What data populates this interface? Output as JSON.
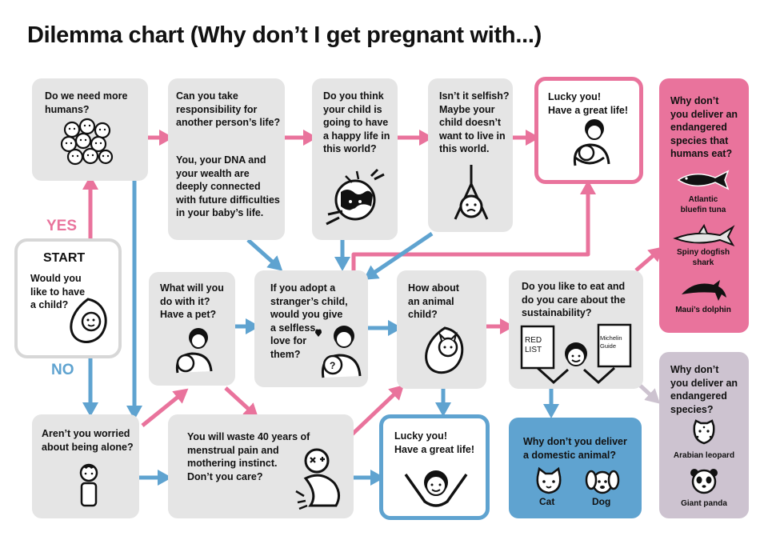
{
  "title": "Dilemma chart (Why don’t I get pregnant with...)",
  "labels": {
    "yes": "YES",
    "no": "NO"
  },
  "colors": {
    "pink": "#e9739c",
    "blue": "#5fa3d0",
    "mauve": "#cdc3d0",
    "gray": "#e5e5e5",
    "outline": "#d7d7d7"
  },
  "nodes": {
    "start": {
      "heading": "START",
      "text": [
        "Would you",
        "like to have",
        "a child?"
      ]
    },
    "need_humans": {
      "text": [
        "Do we need more",
        "humans?"
      ]
    },
    "responsibility": {
      "text": [
        "Can you take",
        "responsibility for",
        "another person’s life?"
      ],
      "text2": [
        "You, your DNA and",
        "your wealth are",
        "deeply connected",
        "with future difficulties",
        "in your baby’s life."
      ]
    },
    "happy_life": {
      "text": [
        "Do you think",
        "your child is",
        "going to have",
        "a happy life in",
        "this world?"
      ]
    },
    "selfish": {
      "text": [
        "Isn’t it selfish?",
        "Maybe your",
        "child doesn’t",
        "want to live in",
        "this world."
      ]
    },
    "lucky_top": {
      "text": [
        "Lucky you!",
        "Have a great life!"
      ]
    },
    "endangered_eat": {
      "text": [
        "Why don’t",
        "you deliver an",
        "endangered",
        "species that",
        "humans eat?"
      ],
      "animals": [
        [
          "Atlantic",
          "bluefin tuna"
        ],
        [
          "Spiny dogfish",
          "shark"
        ],
        [
          "Maui’s dolphin"
        ]
      ]
    },
    "what_do": {
      "text": [
        "What will you",
        "do with it?",
        "Have a pet?"
      ]
    },
    "adopt": {
      "text": [
        "If you adopt a",
        "stranger’s child,",
        "would you give",
        "a selfless",
        "love for",
        "them?"
      ]
    },
    "animal_child": {
      "text": [
        "How about",
        "an animal",
        "child?"
      ]
    },
    "eat_sustain": {
      "text": [
        "Do you  like to eat and",
        "do you care about the",
        "sustainability?"
      ],
      "list1": [
        "RED",
        "LIST"
      ],
      "list2": [
        "Michelin",
        "Guide"
      ]
    },
    "alone": {
      "text": [
        "Aren’t you worried",
        "about being alone?"
      ]
    },
    "waste": {
      "text": [
        "You will waste 40 years of",
        "menstrual pain and",
        "mothering  instinct.",
        "Don’t you care?"
      ]
    },
    "lucky_bottom": {
      "text": [
        "Lucky you!",
        "Have a great life!"
      ]
    },
    "domestic": {
      "text": [
        "Why don’t you deliver",
        "a domestic animal?"
      ],
      "animals": [
        "Cat",
        "Dog"
      ]
    },
    "endangered": {
      "text": [
        "Why don’t",
        "you deliver an",
        "endangered",
        "species?"
      ],
      "animals": [
        "Arabian leopard",
        "Giant panda"
      ]
    }
  }
}
